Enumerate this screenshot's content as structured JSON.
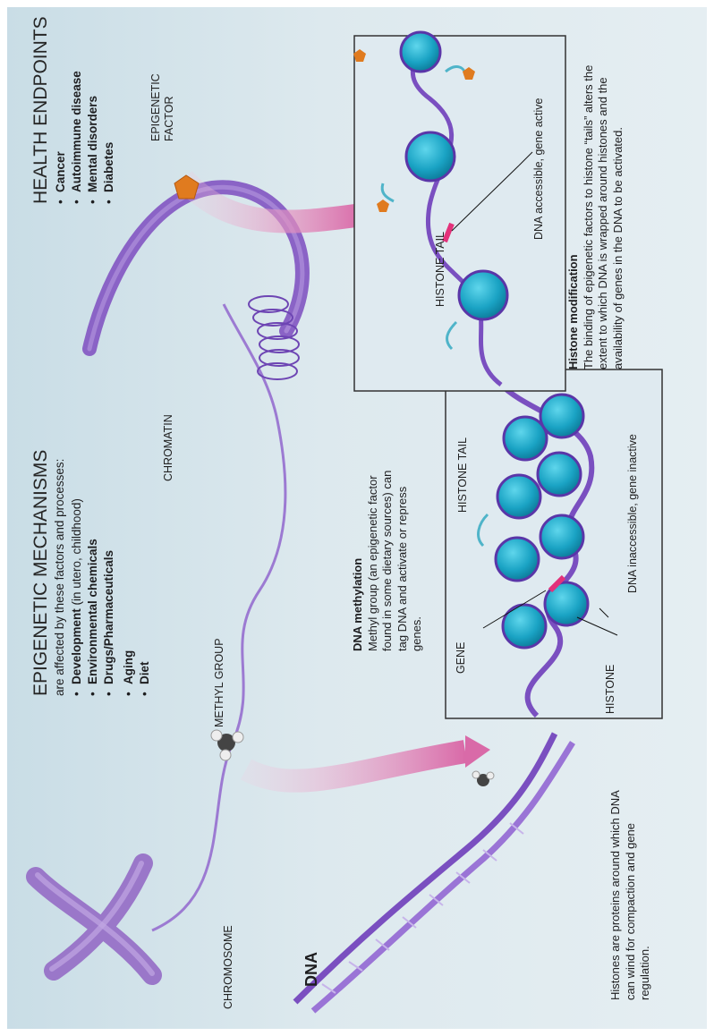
{
  "epigenetic": {
    "title": "EPIGENETIC MECHANISMS",
    "subtitle": "are affected by these factors and processes:",
    "items": [
      {
        "bold": "Development",
        "rest": " (in utero, childhood)"
      },
      {
        "bold": "Environmental chemicals",
        "rest": ""
      },
      {
        "bold": "Drugs/Pharmaceuticals",
        "rest": ""
      },
      {
        "bold": "Aging",
        "rest": ""
      },
      {
        "bold": "Diet",
        "rest": ""
      }
    ]
  },
  "health": {
    "title": "HEALTH ENDPOINTS",
    "items": [
      "Cancer",
      "Autoimmune disease",
      "Mental disorders",
      "Diabetes"
    ]
  },
  "labels": {
    "chromosome": "CHROMOSOME",
    "dna": "DNA",
    "methyl_group": "METHYL GROUP",
    "chromatin": "CHROMATIN",
    "epigenetic_factor_line1": "EPIGENETIC",
    "epigenetic_factor_line2": "FACTOR",
    "histone_tail_top": "HISTONE TAIL",
    "histone_tail_mid": "HISTONE TAIL",
    "gene": "GENE",
    "histone": "HISTONE",
    "dna_inaccessible": "DNA inaccessible, gene inactive",
    "dna_accessible": "DNA accessible, gene active"
  },
  "dna_methylation": {
    "title": "DNA methylation",
    "body": "Methyl group (an epigenetic factor found in some dietary sources) can tag DNA and activate or repress genes."
  },
  "histone_note": "Histones are proteins around which DNA can wind for compaction and gene regulation.",
  "histone_modification": {
    "title": "Histone modification",
    "body": "The binding of epigenetic factors to histone “tails” alters the extent to which DNA is wrapped around histones and the availability of genes in the DNA to be activated."
  },
  "colors": {
    "background": "#d6e6ec",
    "dna": "#7a4fc0",
    "histone": "#1fa9c7",
    "arrow": "#e79ac7",
    "epigenetic_factor": "#e07b1f"
  }
}
